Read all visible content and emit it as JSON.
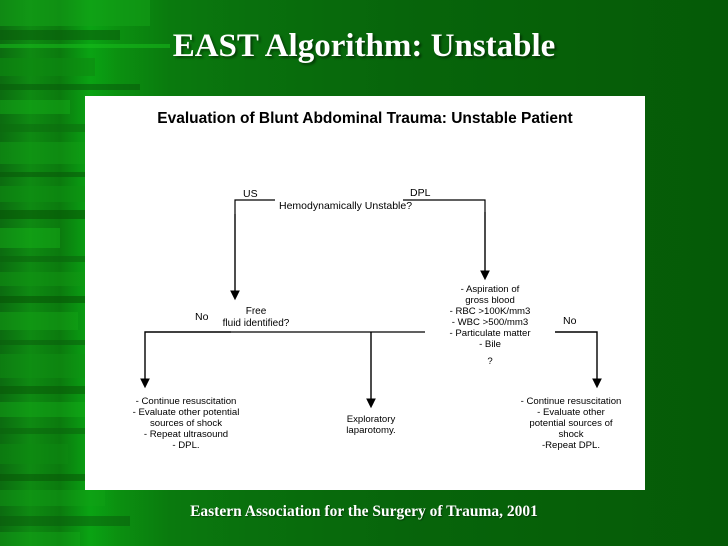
{
  "slide": {
    "title": "EAST Algorithm: Unstable",
    "footer": "Eastern Association for the Surgery of Trauma, 2001",
    "background_color": "#0a7a0a",
    "title_color": "#ffffff",
    "panel_color": "#ffffff"
  },
  "diagram": {
    "heading": "Evaluation of Blunt Abdominal Trauma:  Unstable Patient",
    "nodes": {
      "us": "US",
      "dpl": "DPL",
      "root_question": "Hemodynamically Unstable?",
      "no_left": "No",
      "no_right": "No",
      "free_fluid": "Free\nfluid identified?",
      "aspiration": "- Aspiration of\ngross blood\n- RBC >100K/mm3\n- WBC >500/mm3\n- Particulate matter\n- Bile",
      "question_mark": "?",
      "left_outcome": "- Continue resuscitation\n- Evaluate other potential\nsources of shock\n- Repeat ultrasound\n- DPL.",
      "mid_outcome": "Exploratory\nlaparotomy.",
      "right_outcome": "- Continue resuscitation\n- Evaluate other\npotential sources of\nshock\n-Repeat DPL."
    }
  }
}
